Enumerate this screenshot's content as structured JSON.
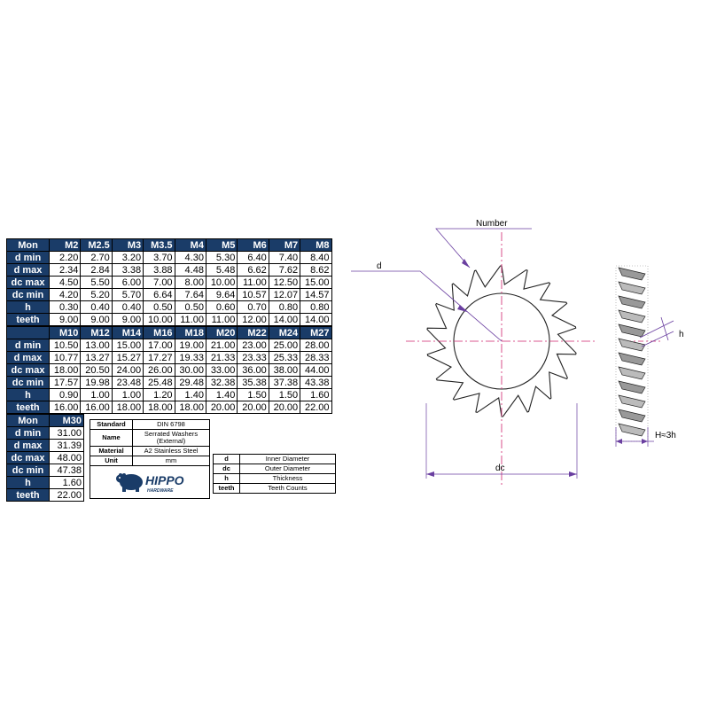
{
  "table1": {
    "header": [
      "Mon",
      "M2",
      "M2.5",
      "M3",
      "M3.5",
      "M4",
      "M5",
      "M6",
      "M7",
      "M8"
    ],
    "rows": [
      {
        "label": "d min",
        "values": [
          "2.20",
          "2.70",
          "3.20",
          "3.70",
          "4.30",
          "5.30",
          "6.40",
          "7.40",
          "8.40"
        ]
      },
      {
        "label": "d max",
        "values": [
          "2.34",
          "2.84",
          "3.38",
          "3.88",
          "4.48",
          "5.48",
          "6.62",
          "7.62",
          "8.62"
        ]
      },
      {
        "label": "dc max",
        "values": [
          "4.50",
          "5.50",
          "6.00",
          "7.00",
          "8.00",
          "10.00",
          "11.00",
          "12.50",
          "15.00"
        ]
      },
      {
        "label": "dc min",
        "values": [
          "4.20",
          "5.20",
          "5.70",
          "6.64",
          "7.64",
          "9.64",
          "10.57",
          "12.07",
          "14.57"
        ]
      },
      {
        "label": "h",
        "values": [
          "0.30",
          "0.40",
          "0.40",
          "0.50",
          "0.50",
          "0.60",
          "0.70",
          "0.80",
          "0.80"
        ]
      },
      {
        "label": "teeth",
        "values": [
          "9.00",
          "9.00",
          "9.00",
          "10.00",
          "11.00",
          "11.00",
          "12.00",
          "14.00",
          "14.00"
        ]
      }
    ]
  },
  "table2": {
    "header": [
      "M10",
      "M12",
      "M14",
      "M16",
      "M18",
      "M20",
      "M22",
      "M24",
      "M27"
    ],
    "rows": [
      {
        "label": "d min",
        "values": [
          "10.50",
          "13.00",
          "15.00",
          "17.00",
          "19.00",
          "21.00",
          "23.00",
          "25.00",
          "28.00"
        ]
      },
      {
        "label": "d max",
        "values": [
          "10.77",
          "13.27",
          "15.27",
          "17.27",
          "19.33",
          "21.33",
          "23.33",
          "25.33",
          "28.33"
        ]
      },
      {
        "label": "dc max",
        "values": [
          "18.00",
          "20.50",
          "24.00",
          "26.00",
          "30.00",
          "33.00",
          "36.00",
          "38.00",
          "44.00"
        ]
      },
      {
        "label": "dc min",
        "values": [
          "17.57",
          "19.98",
          "23.48",
          "25.48",
          "29.48",
          "32.38",
          "35.38",
          "37.38",
          "43.38"
        ]
      },
      {
        "label": "h",
        "values": [
          "0.90",
          "1.00",
          "1.00",
          "1.20",
          "1.40",
          "1.40",
          "1.50",
          "1.50",
          "1.60"
        ]
      },
      {
        "label": "teeth",
        "values": [
          "16.00",
          "16.00",
          "18.00",
          "18.00",
          "18.00",
          "20.00",
          "20.00",
          "20.00",
          "22.00"
        ]
      }
    ]
  },
  "table3": {
    "header": [
      "Mon",
      "M30"
    ],
    "rows": [
      {
        "label": "d min",
        "values": [
          "31.00"
        ]
      },
      {
        "label": "d max",
        "values": [
          "31.39"
        ]
      },
      {
        "label": "dc max",
        "values": [
          "48.00"
        ]
      },
      {
        "label": "dc min",
        "values": [
          "47.38"
        ]
      },
      {
        "label": "h",
        "values": [
          "1.60"
        ]
      },
      {
        "label": "teeth",
        "values": [
          "22.00"
        ]
      }
    ]
  },
  "info": {
    "standard_label": "Standard",
    "standard_value": "DIN 6798",
    "name_label": "Name",
    "name_value_1": "Serrated Washers",
    "name_value_2": "(External)",
    "material_label": "Material",
    "material_value": "A2 Stainless Steel",
    "unit_label": "Unit",
    "unit_value": "mm"
  },
  "logo": {
    "brand": "HIPPO",
    "sub": "HARDWARE"
  },
  "legend": [
    {
      "symbol": "d",
      "meaning": "Inner Diameter"
    },
    {
      "symbol": "dc",
      "meaning": "Outer Diameter"
    },
    {
      "symbol": "h",
      "meaning": "Thickness"
    },
    {
      "symbol": "teeth",
      "meaning": "Teeth Counts"
    }
  ],
  "drawing": {
    "number_label": "Number",
    "d_label": "d",
    "dc_label": "dc",
    "h_label": "h",
    "H_label": "H≈3h",
    "teeth_count": 18,
    "colors": {
      "dimension": "#6a3fa0",
      "centerline": "#d0246e",
      "outline": "#222222",
      "header_bg": "#1a3c68"
    }
  }
}
